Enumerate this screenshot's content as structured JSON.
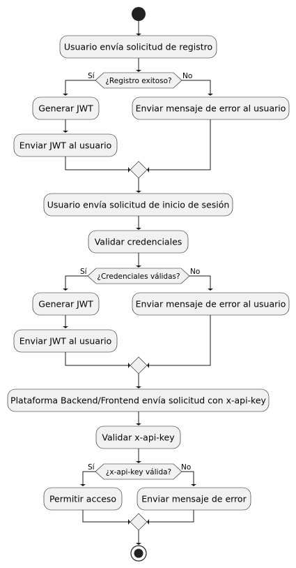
{
  "diagram": {
    "activities": {
      "a1": "Usuario envía solicitud de registro",
      "a2": "Generar JWT",
      "a3": "Enviar JWT al usuario",
      "a4": "Enviar mensaje de error al usuario",
      "a5": "Usuario envía solicitud de inicio de sesión",
      "a6": "Validar credenciales",
      "a7": "Generar JWT",
      "a8": "Enviar JWT al usuario",
      "a9": "Enviar mensaje de error al usuario",
      "a10": "Plataforma Backend/Frontend envía solicitud con x-api-key",
      "a11": "Validar x-api-key",
      "a12": "Permitir acceso",
      "a13": "Enviar mensaje de error"
    },
    "decisions": {
      "d1": "¿Registro exitoso?",
      "d2": "¿Credenciales válidas?",
      "d3": "¿x-api-key válida?"
    },
    "branch_labels": {
      "d1_yes": "Sí",
      "d1_no": "No",
      "d2_yes": "Sí",
      "d2_no": "No",
      "d3_yes": "Sí",
      "d3_no": "No"
    }
  }
}
